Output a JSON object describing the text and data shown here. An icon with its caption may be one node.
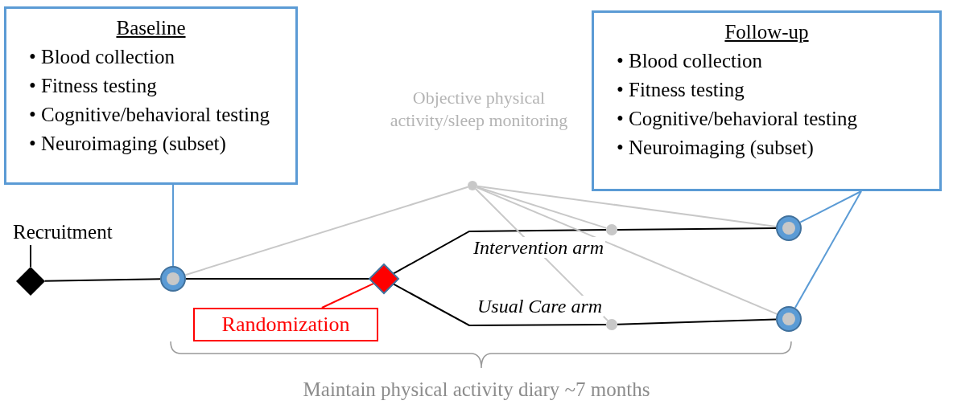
{
  "diagram": {
    "nodes": [
      {
        "text": [
          "Baseline",
          "• Blood collection",
          "• Fitness testing",
          "• Cognitive/behavioral testing",
          "• Neuroimaging (subset)"
        ]
      },
      {
        "text": [
          "Objective physical activity/sleep monitoring"
        ]
      },
      {
        "text": [
          "Follow-up",
          "• Blood collection",
          "• Fitness testing",
          "• Cognitive/behavioral testing",
          "• Neuroimaging (subset)"
        ]
      },
      {
        "text": [
          "Recruitment"
        ]
      },
      {
        "text": [],
        "shape": "circle"
      },
      {
        "text": [],
        "shape": "diamond"
      },
      {
        "text": [],
        "shape": "circle"
      },
      {
        "text": [],
        "shape": "circle"
      },
      {
        "text": [
          "Randomization"
        ]
      },
      {
        "text": [],
        "shape": "circle"
      },
      {
        "text": [],
        "shape": "circle"
      }
    ],
    "edges": [
      {
        "from": 3,
        "to": 4,
        "arrow": "none"
      },
      {
        "from": 4,
        "to": 5,
        "arrow": "none"
      },
      {
        "from": 5,
        "to": 6,
        "arrow": "none",
        "label": "Intervention arm"
      },
      {
        "from": 6,
        "to": 7,
        "arrow": "none"
      },
      {
        "from": 5,
        "to": 9,
        "arrow": "none",
        "label": "Usual Care arm"
      },
      {
        "from": 9,
        "to": 10,
        "arrow": "none"
      },
      {
        "from": 0,
        "to": 4,
        "arrow": "none",
        "color": "#5b9bd5"
      },
      {
        "from": 2,
        "to": 7,
        "arrow": "none",
        "color": "#5b9bd5"
      },
      {
        "from": 2,
        "to": 10,
        "arrow": "none",
        "color": "#5b9bd5"
      },
      {
        "from": 8,
        "to": 5,
        "arrow": "none",
        "color": "#ff0000"
      },
      {
        "from": 1,
        "to": 4,
        "arrow": "none",
        "color": "#c8c8c8"
      },
      {
        "from": 1,
        "to": 6,
        "arrow": "none",
        "color": "#c8c8c8"
      },
      {
        "from": 1,
        "to": 7,
        "arrow": "none",
        "color": "#c8c8c8"
      },
      {
        "from": 1,
        "to": 9,
        "arrow": "none",
        "color": "#c8c8c8"
      },
      {
        "from": 1,
        "to": 10,
        "arrow": "none",
        "color": "#c8c8c8"
      }
    ],
    "labels": [
      "Maintain physical activity diary ~7 months"
    ]
  }
}
